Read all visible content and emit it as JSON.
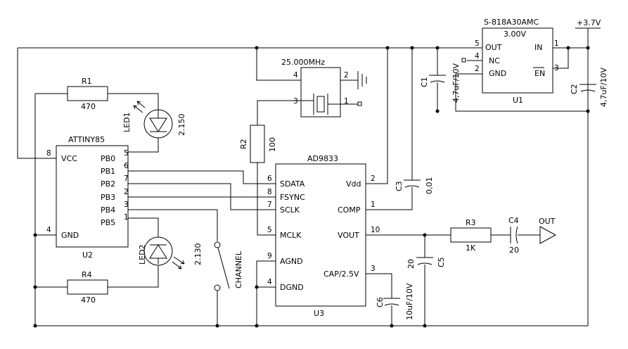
{
  "supply": {
    "label": "+3.7V"
  },
  "output": {
    "label": "OUT"
  },
  "u1": {
    "part": "S-818A30AMC",
    "voltage": "3.00V",
    "ref": "U1",
    "pins": {
      "out": "OUT",
      "nc": "NC",
      "gnd": "GND",
      "in": "IN",
      "en": "EN"
    },
    "pin_numbers": {
      "out": "5",
      "nc": "4",
      "gnd": "2",
      "in": "1",
      "en": "3"
    }
  },
  "u2": {
    "part": "ATTINY85",
    "ref": "U2",
    "pins": {
      "vcc": "VCC",
      "gnd": "GND",
      "pb0": "PB0",
      "pb1": "PB1",
      "pb2": "PB2",
      "pb3": "PB3",
      "pb4": "PB4",
      "pb5": "PB5"
    },
    "pin_numbers": {
      "vcc": "8",
      "gnd": "4",
      "pb0": "5",
      "pb1": "6",
      "pb2": "7",
      "pb3": "2",
      "pb4": "3",
      "pb5": "1"
    }
  },
  "u3": {
    "part": "AD9833",
    "ref": "U3",
    "pins": {
      "sdata": "SDATA",
      "fsync": "FSYNC",
      "sclk": "SCLK",
      "mclk": "MCLK",
      "agnd": "AGND",
      "dgnd": "DGND",
      "vdd": "Vdd",
      "comp": "COMP",
      "vout": "VOUT",
      "cap": "CAP/2.5V"
    },
    "pin_numbers": {
      "sdata": "6",
      "fsync": "8",
      "sclk": "7",
      "mclk": "5",
      "agnd": "9",
      "dgnd": "4",
      "vdd": "2",
      "comp": "1",
      "vout": "10",
      "cap": "3"
    }
  },
  "crystal": {
    "label": "25.000MHz",
    "pin_numbers": {
      "p4": "4",
      "p2": "2",
      "p3": "3",
      "p1": "1"
    }
  },
  "resistors": {
    "r1": {
      "ref": "R1",
      "value": "470"
    },
    "r2": {
      "ref": "R2",
      "value": "100"
    },
    "r3": {
      "ref": "R3",
      "value": "1K"
    },
    "r4": {
      "ref": "R4",
      "value": "470"
    }
  },
  "capacitors": {
    "c1": {
      "ref": "C1",
      "value": "4,7uF/10V"
    },
    "c2": {
      "ref": "C2",
      "value": "4,7uF/10V"
    },
    "c3": {
      "ref": "C3",
      "value": "0,01"
    },
    "c4": {
      "ref": "C4",
      "value": "20"
    },
    "c5": {
      "ref": "C5",
      "value": "20"
    },
    "c6": {
      "ref": "C6",
      "value": "10uF/10V"
    }
  },
  "leds": {
    "led1": {
      "ref": "LED1",
      "value": "2.150"
    },
    "led2": {
      "ref": "LED2",
      "value": "2.130"
    }
  },
  "switch": {
    "label": "CHANNEL"
  }
}
